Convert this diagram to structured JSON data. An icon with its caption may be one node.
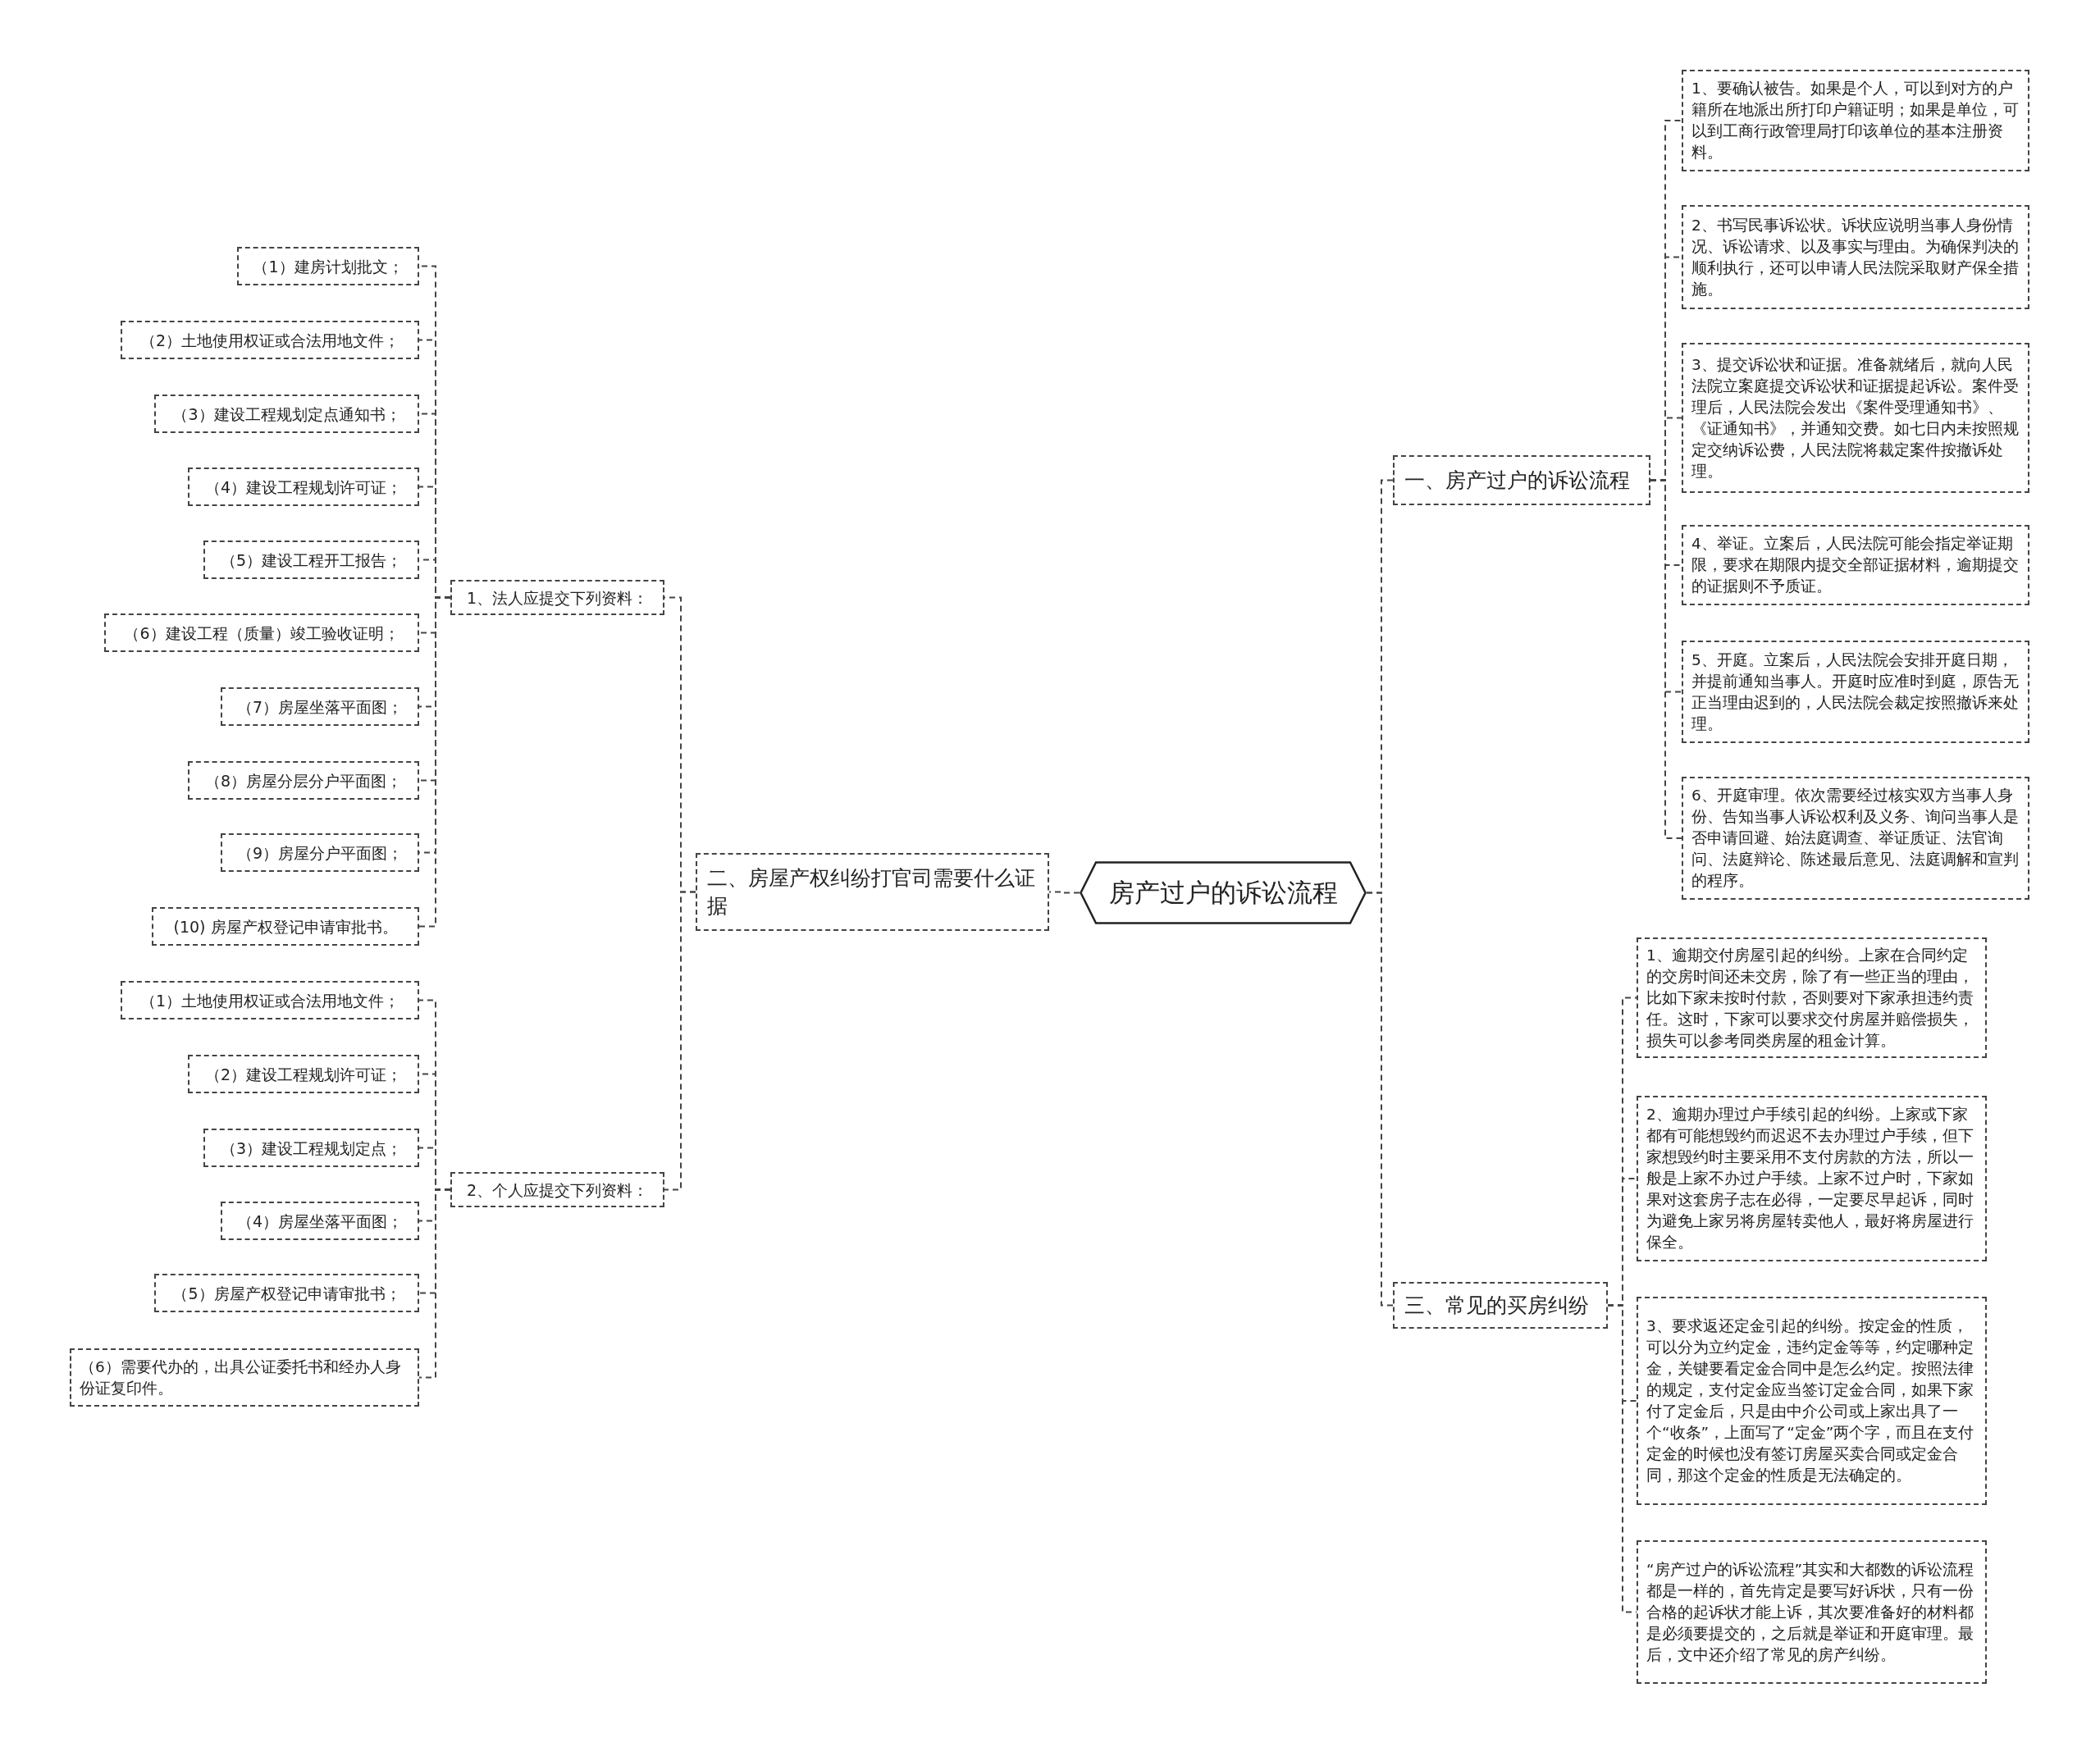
{
  "diagram": {
    "nodes": [
      {
        "text": [
          "房产过户的诉讼流程"
        ]
      },
      {
        "text": [
          "一、房产过户的诉讼流程"
        ]
      },
      {
        "text": [
          "1、要确认被告。如果是个人，可以到对方的户籍所在地派出所打印户籍证明；如果是单位，可以到工商行政管理局打印该单位的基本注册资料。"
        ]
      },
      {
        "text": [
          "2、书写民事诉讼状。诉状应说明当事人身份情况、诉讼请求、以及事实与理由。为确保判决的顺利执行，还可以申请人民法院采取财产保全措施。"
        ]
      },
      {
        "text": [
          "3、提交诉讼状和证据。准备就绪后，就向人民法院立案庭提交诉讼状和证据提起诉讼。案件受理后，人民法院会发出《案件受理通知书》、《证通知书》，并通知交费。如七日内未按照规定交纳诉讼费，人民法院将裁定案件按撤诉处理。"
        ]
      },
      {
        "text": [
          "4、举证。立案后，人民法院可能会指定举证期限，要求在期限内提交全部证据材料，逾期提交的证据则不予质证。"
        ]
      },
      {
        "text": [
          "5、开庭。立案后，人民法院会安排开庭日期，并提前通知当事人。开庭时应准时到庭，原告无正当理由迟到的，人民法院会裁定按照撤诉来处理。"
        ]
      },
      {
        "text": [
          "6、开庭审理。依次需要经过核实双方当事人身份、告知当事人诉讼权利及义务、询问当事人是否申请回避、始法庭调查、举证质证、法官询问、法庭辩论、陈述最后意见、法庭调解和宣判的程序。"
        ]
      },
      {
        "text": [
          "二、房屋产权纠纷打官司需要什么证据"
        ]
      },
      {
        "text": [
          "1、法人应提交下列资料："
        ]
      },
      {
        "text": [
          "（1）建房计划批文；"
        ]
      },
      {
        "text": [
          "（2）土地使用权证或合法用地文件；"
        ]
      },
      {
        "text": [
          "（3）建设工程规划定点通知书；"
        ]
      },
      {
        "text": [
          "（4）建设工程规划许可证；"
        ]
      },
      {
        "text": [
          "（5）建设工程开工报告；"
        ]
      },
      {
        "text": [
          "（6）建设工程（质量）竣工验收证明；"
        ]
      },
      {
        "text": [
          "（7）房屋坐落平面图；"
        ]
      },
      {
        "text": [
          "（8）房屋分层分户平面图；"
        ]
      },
      {
        "text": [
          "（9）房屋分户平面图；"
        ]
      },
      {
        "text": [
          "(10) 房屋产权登记申请审批书。"
        ]
      },
      {
        "text": [
          "2、个人应提交下列资料："
        ]
      },
      {
        "text": [
          "（1）土地使用权证或合法用地文件；"
        ]
      },
      {
        "text": [
          "（2）建设工程规划许可证；"
        ]
      },
      {
        "text": [
          "（3）建设工程规划定点；"
        ]
      },
      {
        "text": [
          "（4）房屋坐落平面图；"
        ]
      },
      {
        "text": [
          "（5）房屋产权登记申请审批书；"
        ]
      },
      {
        "text": [
          "（6）需要代办的，出具公证委托书和经办人身份证复印件。"
        ]
      },
      {
        "text": [
          "三、常见的买房纠纷"
        ]
      },
      {
        "text": [
          "1、逾期交付房屋引起的纠纷。上家在合同约定的交房时间还未交房，除了有一些正当的理由，比如下家未按时付款，否则要对下家承担违约责任。这时，下家可以要求交付房屋并赔偿损失，损失可以参考同类房屋的租金计算。"
        ]
      },
      {
        "text": [
          "2、逾期办理过户手续引起的纠纷。上家或下家都有可能想毁约而迟迟不去办理过户手续，但下家想毁约时主要采用不支付房款的方法，所以一般是上家不办过户手续。上家不过户时，下家如果对这套房子志在必得，一定要尽早起诉，同时为避免上家另将房屋转卖他人，最好将房屋进行保全。"
        ]
      },
      {
        "text": [
          "3、要求返还定金引起的纠纷。按定金的性质，可以分为立约定金，违约定金等等，约定哪种定金，关键要看定金合同中是怎么约定。按照法律的规定，支付定金应当签订定金合同，如果下家付了定金后，只是由中介公司或上家出具了一个“收条”，上面写了“定金”两个字，而且在支付定金的时候也没有签订房屋买卖合同或定金合同，那这个定金的性质是无法确定的。"
        ]
      },
      {
        "text": [
          "“房产过户的诉讼流程”其实和大都数的诉讼流程都是一样的，首先肯定是要写好诉状，只有一份合格的起诉状才能上诉，其次要准备好的材料都是必须要提交的，之后就是举证和开庭审理。最后，文中还介绍了常见的房产纠纷。"
        ]
      }
    ],
    "edges": [
      {
        "from": 0,
        "to": 1,
        "arrow": "none"
      },
      {
        "from": 1,
        "to": 2,
        "arrow": "none"
      },
      {
        "from": 1,
        "to": 3,
        "arrow": "none"
      },
      {
        "from": 1,
        "to": 4,
        "arrow": "none"
      },
      {
        "from": 1,
        "to": 5,
        "arrow": "none"
      },
      {
        "from": 1,
        "to": 6,
        "arrow": "none"
      },
      {
        "from": 1,
        "to": 7,
        "arrow": "none"
      },
      {
        "from": 0,
        "to": 8,
        "arrow": "none"
      },
      {
        "from": 8,
        "to": 9,
        "arrow": "none"
      },
      {
        "from": 9,
        "to": 10,
        "arrow": "none"
      },
      {
        "from": 9,
        "to": 11,
        "arrow": "none"
      },
      {
        "from": 9,
        "to": 12,
        "arrow": "none"
      },
      {
        "from": 9,
        "to": 13,
        "arrow": "none"
      },
      {
        "from": 9,
        "to": 14,
        "arrow": "none"
      },
      {
        "from": 9,
        "to": 15,
        "arrow": "none"
      },
      {
        "from": 9,
        "to": 16,
        "arrow": "none"
      },
      {
        "from": 9,
        "to": 17,
        "arrow": "none"
      },
      {
        "from": 9,
        "to": 18,
        "arrow": "none"
      },
      {
        "from": 9,
        "to": 19,
        "arrow": "none"
      },
      {
        "from": 8,
        "to": 20,
        "arrow": "none"
      },
      {
        "from": 20,
        "to": 21,
        "arrow": "none"
      },
      {
        "from": 20,
        "to": 22,
        "arrow": "none"
      },
      {
        "from": 20,
        "to": 23,
        "arrow": "none"
      },
      {
        "from": 20,
        "to": 24,
        "arrow": "none"
      },
      {
        "from": 20,
        "to": 25,
        "arrow": "none"
      },
      {
        "from": 20,
        "to": 26,
        "arrow": "none"
      },
      {
        "from": 0,
        "to": 27,
        "arrow": "none"
      },
      {
        "from": 27,
        "to": 28,
        "arrow": "none"
      },
      {
        "from": 27,
        "to": 29,
        "arrow": "none"
      },
      {
        "from": 27,
        "to": 30,
        "arrow": "none"
      },
      {
        "from": 27,
        "to": 31,
        "arrow": "none"
      }
    ]
  }
}
